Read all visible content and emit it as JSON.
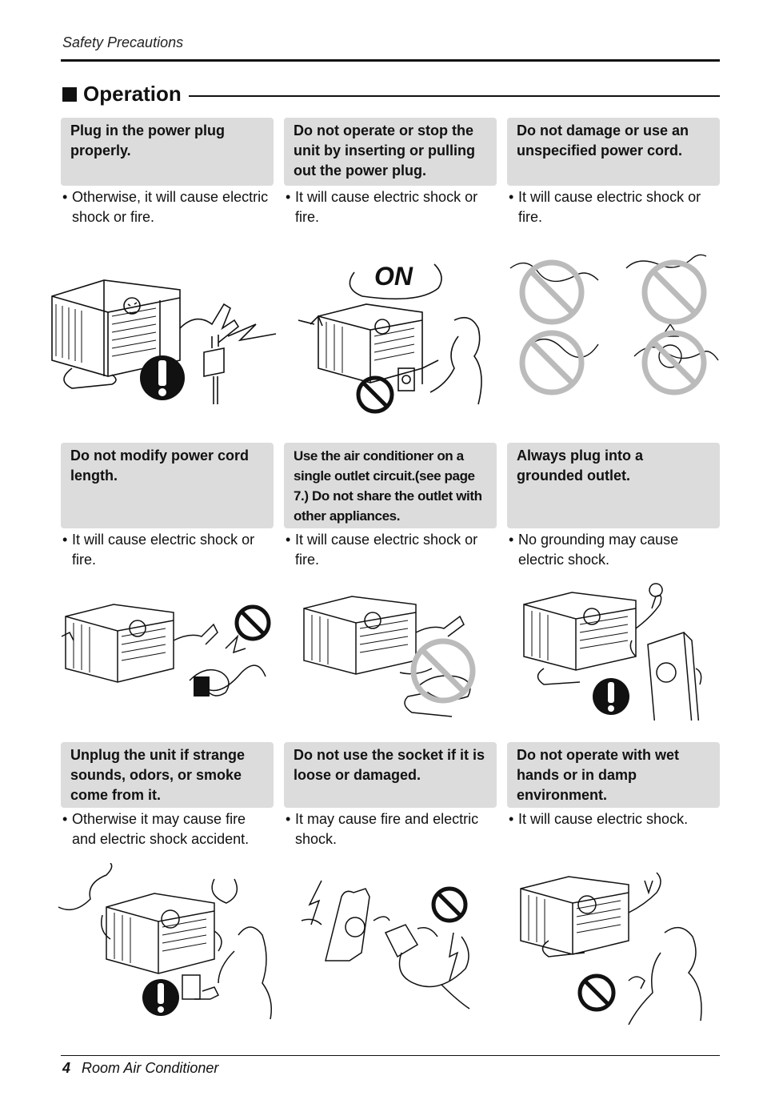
{
  "header": {
    "title": "Safety Precautions"
  },
  "section": {
    "title": "Operation"
  },
  "cards": [
    {
      "heading": "Plug in the power plug properly.",
      "note": "Otherwise, it will cause electric shock or fire."
    },
    {
      "heading": "Do not operate or stop the unit by inserting or pulling out the power plug.",
      "note": "It will cause electric shock or fire.",
      "illustration_text": "ON"
    },
    {
      "heading": "Do not damage or use an unspecified power cord.",
      "note": "It will cause electric shock or fire."
    },
    {
      "heading": "Do not modify power cord length.",
      "note": "It will cause electric shock or fire."
    },
    {
      "heading": "Use the air conditioner on a single outlet circuit.(see page 7.) Do not share the outlet with other appliances.",
      "note": "It will cause electric shock or fire."
    },
    {
      "heading": "Always plug into a grounded outlet.",
      "note": "No grounding may cause electric shock."
    },
    {
      "heading": "Unplug the unit if strange sounds, odors, or smoke come from it.",
      "note": "Otherwise it may cause fire and electric shock accident."
    },
    {
      "heading": "Do not use the socket if it is loose or damaged.",
      "note": "It may cause fire and electric shock."
    },
    {
      "heading": "Do not operate with wet hands or in damp environment.",
      "note": "It will cause electric shock."
    }
  ],
  "footer": {
    "page_number": "4",
    "title": "Room Air Conditioner"
  },
  "colors": {
    "card_background": "#dcdcdc",
    "rule": "#111111"
  }
}
